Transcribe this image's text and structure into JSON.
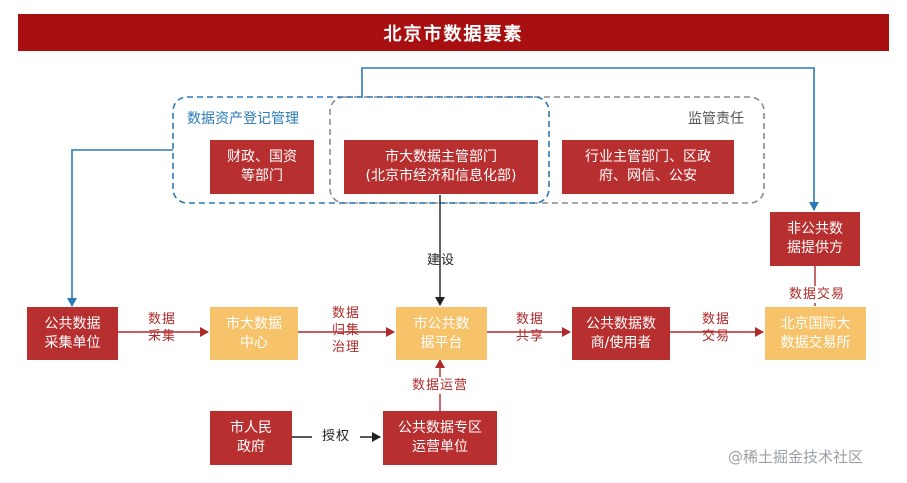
{
  "title": "北京市数据要素",
  "groups": {
    "asset_registration": "数据资产登记管理",
    "supervision": "监管责任"
  },
  "nodes": {
    "finance": "财政、国资\n等部门",
    "big_data_bureau": "市大数据主管部门\n(北京市经济和信息化部)",
    "industry_depts": "行业主管部门、区政\n府、网信、公安",
    "non_public_provider": "非公共数\n据提供方",
    "public_collector": "公共数据\n采集单位",
    "big_data_center": "市大数据\n中心",
    "public_platform": "市公共数\n据平台",
    "public_users": "公共数据数\n商/使用者",
    "exchange": "北京国际大\n数据交易所",
    "municipal_gov": "市人民\n政府",
    "zone_operator": "公共数据专区\n运营单位"
  },
  "edge_labels": {
    "build": "建设",
    "collect": "数据\n采集",
    "govern": "数据\n归集\n治理",
    "share": "数据\n共享",
    "trade": "数据\n交易",
    "trade_top": "数据交易",
    "operate": "数据运营",
    "authorize": "授权"
  },
  "watermark": "@稀土掘金技术社区",
  "colors": {
    "title_bg": "#a80f10",
    "box_red": "#b82f30",
    "box_gold": "#f6c36b",
    "blue_line": "#2a7ab8",
    "gray_line": "#8c8c8c",
    "arrow_red": "#b02a2b"
  }
}
